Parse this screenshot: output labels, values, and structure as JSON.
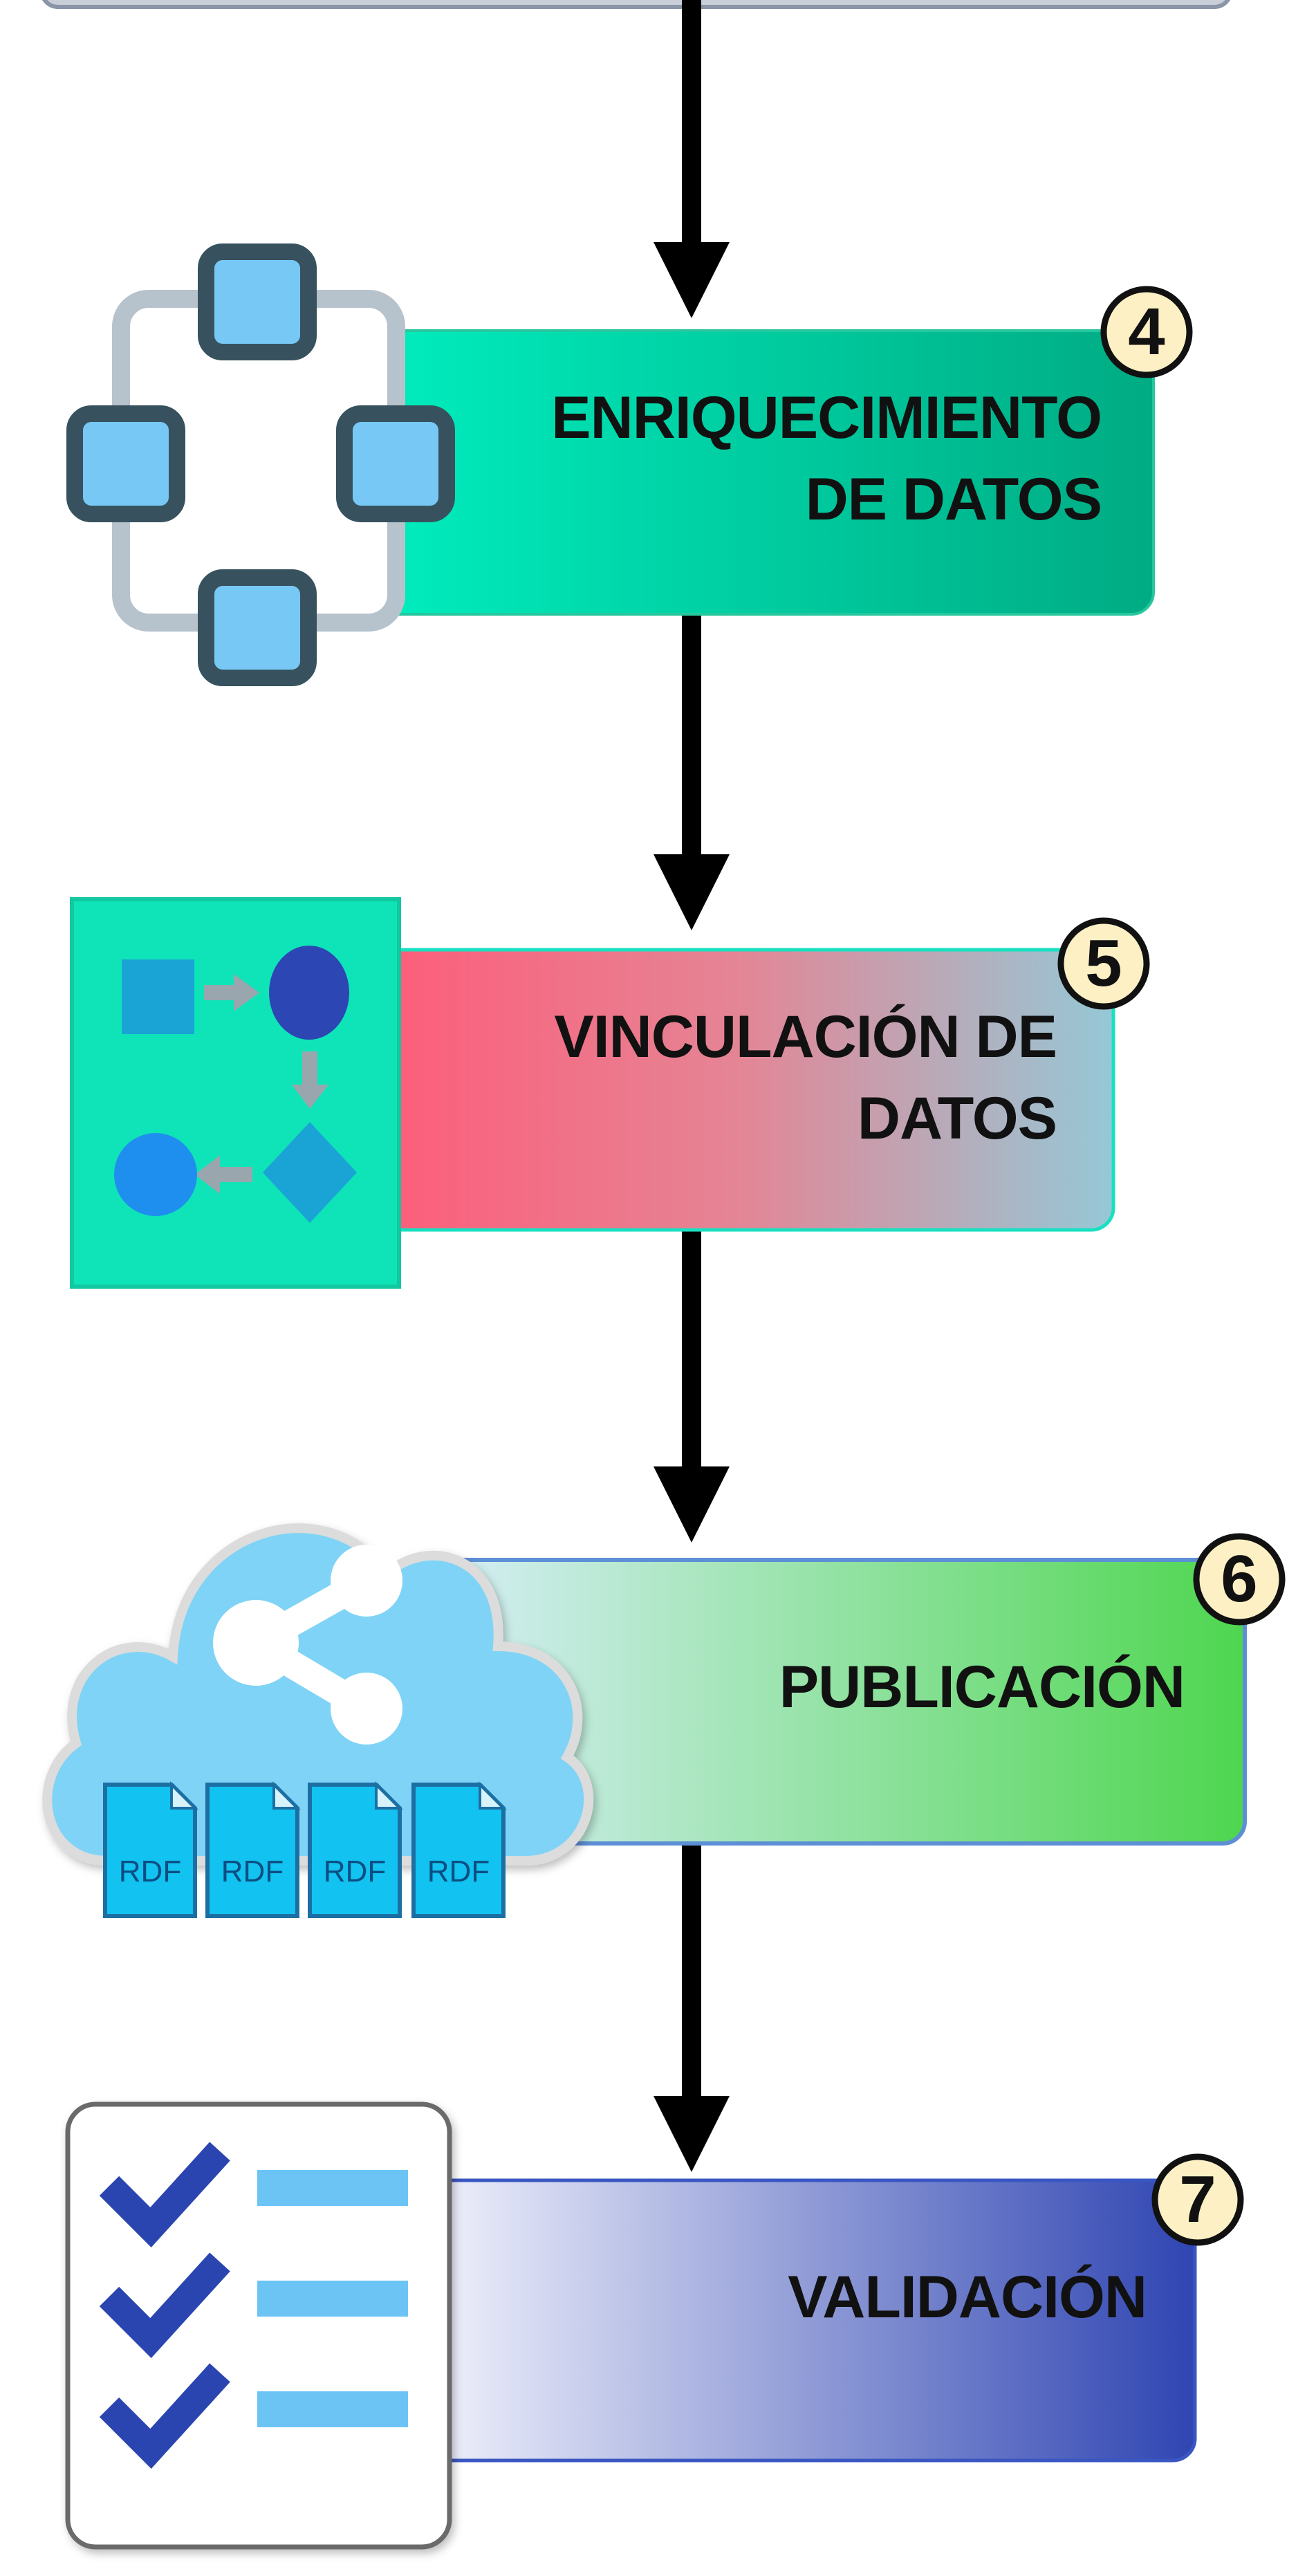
{
  "steps": [
    {
      "number": "4",
      "lines": [
        "ENRIQUECIMIENTO",
        "DE DATOS"
      ]
    },
    {
      "number": "5",
      "lines": [
        "VINCULACIÓN DE",
        "DATOS"
      ]
    },
    {
      "number": "6",
      "lines": [
        "PUBLICACIÓN"
      ]
    },
    {
      "number": "7",
      "lines": [
        "VALIDACIÓN"
      ]
    }
  ],
  "rdf_label": "RDF",
  "colors": {
    "arrow": "#000000",
    "badge_fill": "#fdf0c4",
    "badge_stroke": "#111111",
    "step4": [
      "#00f0c0",
      "#00ab83"
    ],
    "step5": [
      "#ff5a78",
      "#95c8d6"
    ],
    "step6": [
      "#dcf0fa",
      "#4ed64f"
    ],
    "step7": [
      "#eef0fb",
      "#3249b4"
    ]
  },
  "icons": [
    "network-nodes-icon",
    "data-linking-icon",
    "cloud-share-icon",
    "checklist-icon"
  ]
}
